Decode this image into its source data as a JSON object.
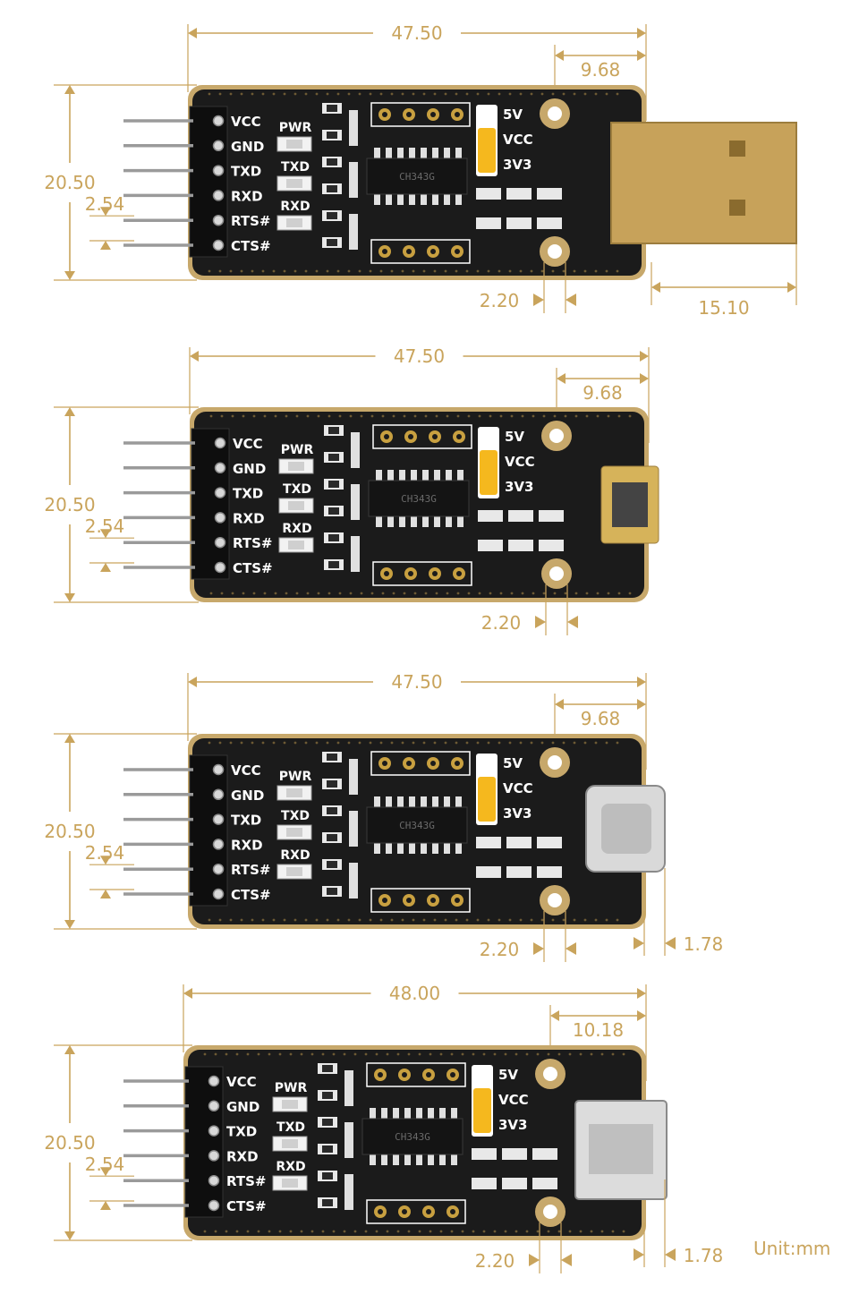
{
  "colors": {
    "dimension": "#c9a45c",
    "pcb": "#1b1b1b",
    "pcb_edge": "#c7a86b",
    "silkscreen": "#ffffff",
    "gold": "#c8a040",
    "jumper": "#f5b81e"
  },
  "pin_labels": [
    "VCC",
    "GND",
    "TXD",
    "RXD",
    "RTS#",
    "CTS#"
  ],
  "led_labels": [
    "PWR",
    "TXD",
    "RXD"
  ],
  "jumper_labels": [
    "5V",
    "VCC",
    "3V3"
  ],
  "chip_text": "CH343G",
  "boards": [
    {
      "connector": "usb-a",
      "dims": {
        "length": "47.50",
        "offset": "9.68",
        "height": "20.50",
        "pitch": "2.54",
        "hole": "2.20",
        "plug": "15.10"
      }
    },
    {
      "connector": "micro-usb",
      "dims": {
        "length": "47.50",
        "offset": "9.68",
        "height": "20.50",
        "pitch": "2.54",
        "hole": "2.20"
      }
    },
    {
      "connector": "usb-c",
      "dims": {
        "length": "47.50",
        "offset": "9.68",
        "height": "20.50",
        "pitch": "2.54",
        "hole": "2.20",
        "overhang": "1.78"
      }
    },
    {
      "connector": "mini-usb",
      "dims": {
        "length": "48.00",
        "offset": "10.18",
        "height": "20.50",
        "pitch": "2.54",
        "hole": "2.20",
        "overhang": "1.78"
      }
    }
  ],
  "unit_label": "Unit:mm"
}
